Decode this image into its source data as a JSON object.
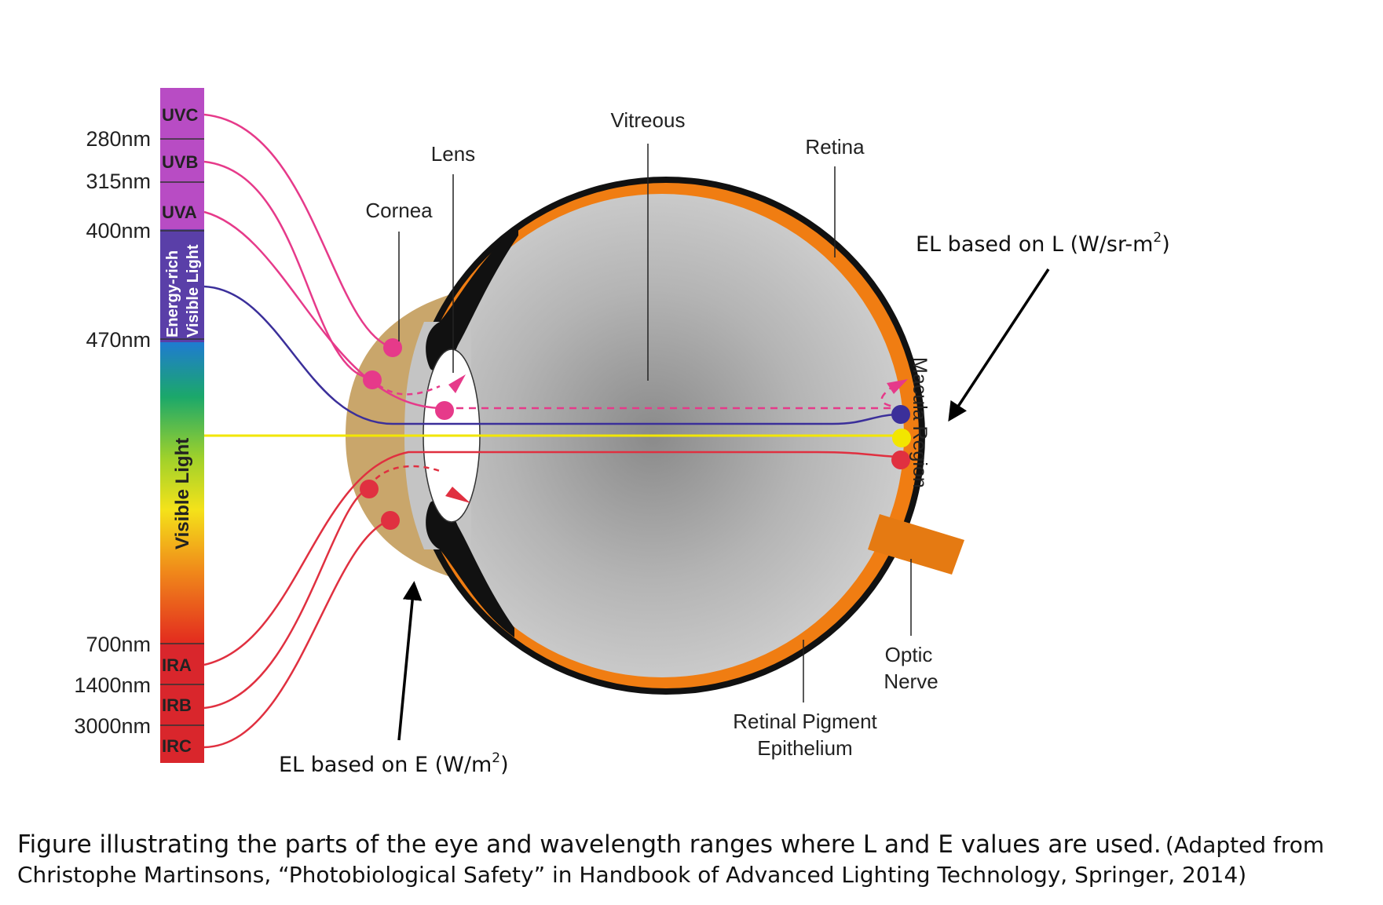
{
  "spectrum": {
    "wavelength_labels": [
      "280nm",
      "315nm",
      "400nm",
      "470nm",
      "700nm",
      "1400nm",
      "3000nm"
    ],
    "bands": [
      "UVC",
      "UVB",
      "UVA",
      "Energy-rich",
      "Visible Light",
      "Visible Light",
      "IRA",
      "IRB",
      "IRC"
    ]
  },
  "eye_parts": {
    "vitreous": "Vitreous",
    "lens": "Lens",
    "cornea": "Cornea",
    "retina": "Retina",
    "macula_region": "Macula Region",
    "optic": "Optic",
    "nerve": "Nerve",
    "rpe_line1": "Retinal Pigment",
    "rpe_line2": "Epithelium"
  },
  "annotations": {
    "el_l_prefix": "EL based on L (W/sr-m",
    "el_l_sup": "2",
    "el_l_suffix": ")",
    "el_e_prefix": "EL based on E (W/m",
    "el_e_sup": "2",
    "el_e_suffix": ")"
  },
  "caption": {
    "main": "Figure illustrating the parts of the eye and wavelength ranges where L and E values are used.",
    "credit_line1": "(Adapted from",
    "credit_line2": "Christophe Martinsons, “Photobiological Safety” in Handbook of Advanced Lighting Technology, Springer, 2014)"
  },
  "colors": {
    "uv_band": "#b84cc4",
    "energy_rich_band": "#5a3fa8",
    "ir_band": "#d9262c",
    "retina": "#f07d12",
    "sclera": "#111111",
    "cornea": "#c9a66b",
    "uv_ray": "#e63a8a",
    "blue_ray": "#3b2f9a",
    "yellow_ray": "#f2e600",
    "red_ray": "#e03040"
  }
}
